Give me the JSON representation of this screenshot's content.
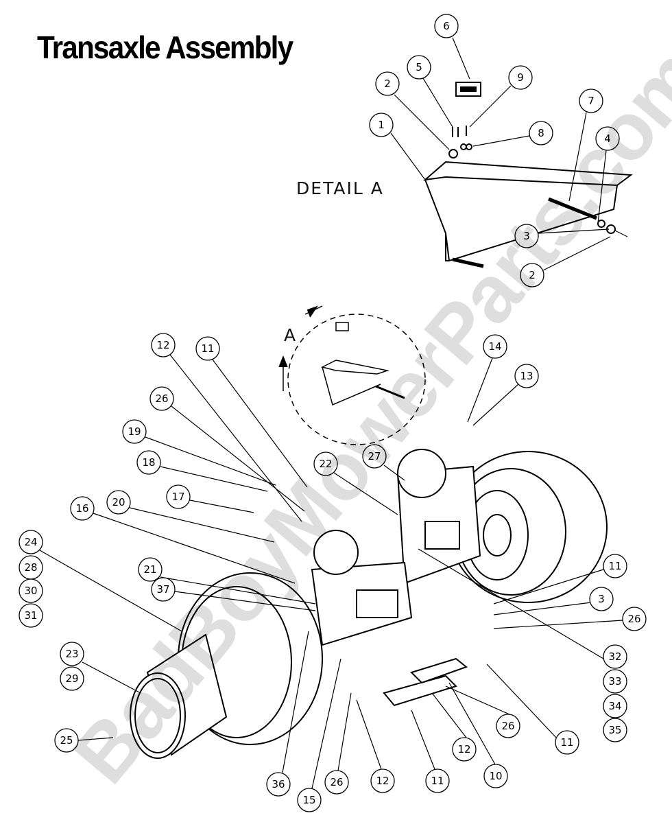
{
  "title": "Transaxle Assembly",
  "detail_label": "DETAIL  A",
  "view_label": "A",
  "watermark": "BadBoyMowerParts.com",
  "callouts": [
    "6",
    "5",
    "9",
    "2",
    "1",
    "8",
    "7",
    "4",
    "3",
    "2",
    "12",
    "11",
    "14",
    "13",
    "26",
    "19",
    "27",
    "22",
    "18",
    "17",
    "20",
    "16",
    "24",
    "28",
    "21",
    "30",
    "11",
    "37",
    "31",
    "3",
    "26",
    "23",
    "32",
    "29",
    "33",
    "34",
    "26",
    "25",
    "35",
    "11",
    "12",
    "10",
    "36",
    "26",
    "12",
    "11",
    "15"
  ]
}
